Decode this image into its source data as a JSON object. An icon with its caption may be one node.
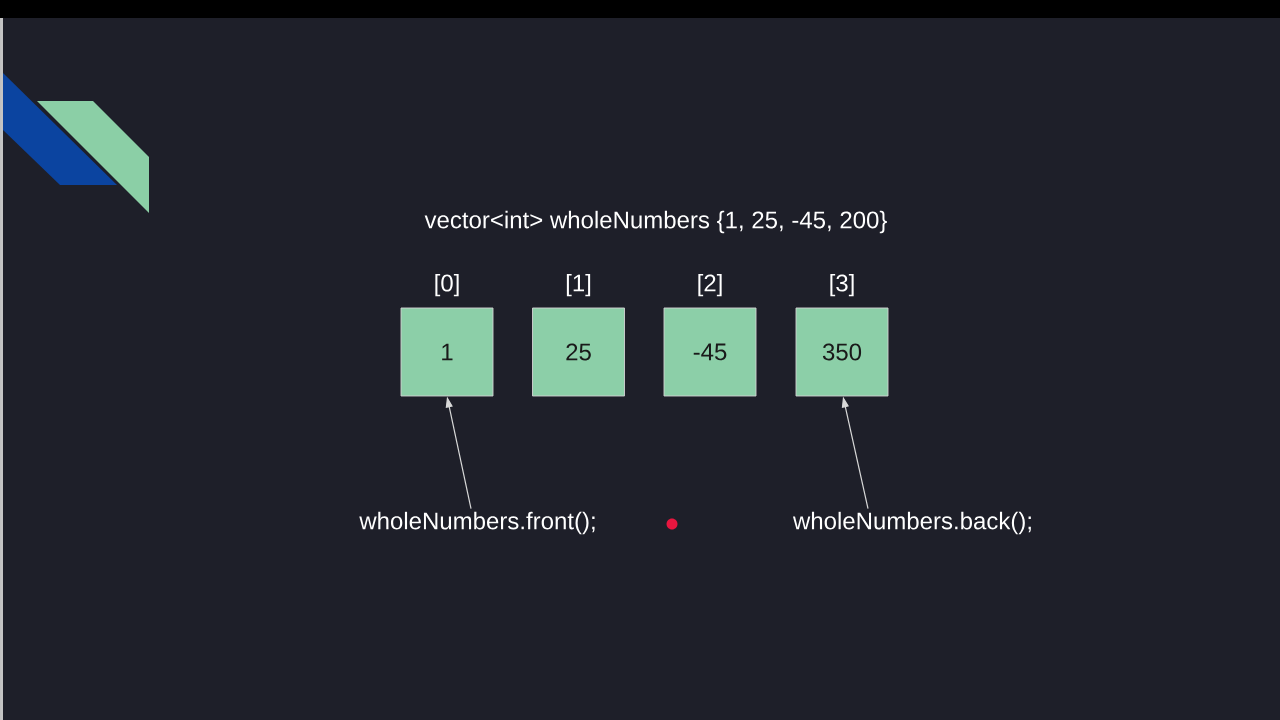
{
  "diagram": {
    "title": "vector<int> wholeNumbers {1, 25, -45, 200}",
    "nodes": [
      {
        "text": [
          "1"
        ],
        "beside": [
          "[0]"
        ]
      },
      {
        "text": [
          "25"
        ],
        "beside": [
          "[1]"
        ]
      },
      {
        "text": [
          "-45"
        ],
        "beside": [
          "[2]"
        ]
      },
      {
        "text": [
          "350"
        ],
        "beside": [
          "[3]"
        ]
      },
      {
        "text": [
          "wholeNumbers.front();"
        ]
      },
      {
        "text": [
          "wholeNumbers.back();"
        ]
      }
    ],
    "edges": [
      {
        "from": 4,
        "to": 0,
        "arrow": "to"
      },
      {
        "from": 5,
        "to": 3,
        "arrow": "to"
      }
    ]
  }
}
